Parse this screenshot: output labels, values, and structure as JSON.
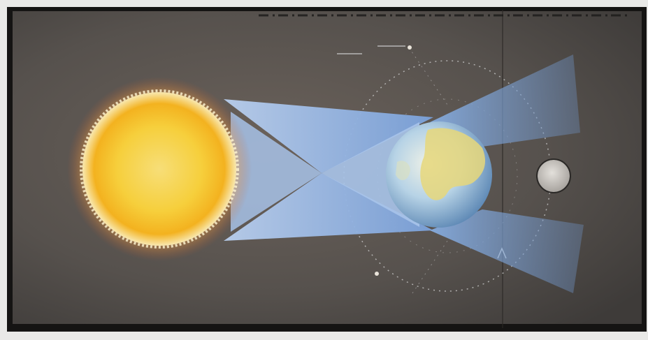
{
  "figure": {
    "type": "lunar-eclipse-diagram",
    "bodies": [
      {
        "name": "sun",
        "color": "#f7c02a"
      },
      {
        "name": "earth",
        "color": "#9fc3dc"
      },
      {
        "name": "moon",
        "color": "#bdbab5"
      }
    ],
    "colors": {
      "page_background": "#e9e9e7",
      "panel_background": "#56514d",
      "panel_frame": "#151413",
      "sunlight_beam": "#9fbde3",
      "earth_shadow": "#7fa3d7",
      "orbit_dots": "#cfcfcf",
      "moon_marker": "#e9e4da"
    },
    "labels": []
  }
}
